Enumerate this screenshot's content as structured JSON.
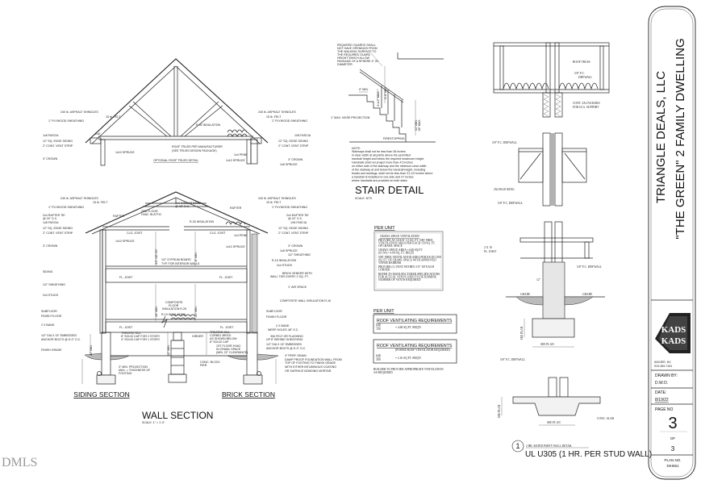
{
  "title_block": {
    "company": "TRIANGLE DEALS, LLC",
    "project": "\"THE GREEN\" 2 FAMILY DWELLING",
    "logo_text": "KADS",
    "location": "ANGIER, NC",
    "phone": "919-369-7181",
    "drawn_by_label": "DRAWN BY:",
    "drawn_by": "D.W.O.",
    "date_label": "DATE:",
    "date": "8/19/22",
    "page_no_label": "PAGE NO",
    "page_no": "3",
    "of_label": "OF",
    "page_total": "3",
    "plan_no_label": "PLAN NO.",
    "plan_no": "DKI561"
  },
  "truss": {
    "caption": "OPTIONAL ROOF TRUSS DETAIL",
    "labels": [
      "240 lb. ASPHALT SHINGLES",
      "15 lb. FELT",
      "1\" PLYWOOD SHEATHING",
      "1x8 FASCIA",
      "12\" SQ. EDGE SIDING",
      "2\" CONT. VENT STRIP",
      "3\" CROWN",
      "2x8",
      "1x10 SPRUCE",
      "R-30 INSULATION",
      "ROOF TRUSS PER MANUFACTURER",
      "(SEE TRUSS DESIGN PACKAGE)",
      "240 lb. ASPHALT SHINGLES",
      "15 lb. FELT",
      "1\" PLYWOOD SHEATHING",
      "1X8 FASCIA",
      "12\" SQ. EDGE SIDING",
      "2\" CONT. VENT STRIP",
      "1x4 PENE",
      "1x10 SPRUCE",
      "3\" CROWN",
      "1x6 SPRUCE"
    ]
  },
  "wall_section": {
    "title": "WALL SECTION",
    "scale": "SCALE: 1\" = 1'-0\"",
    "siding_title": "SIDING SECTION",
    "brick_title": "BRICK SECTION",
    "labels": [
      "240 lb. ASPHALT SHINGLES",
      "15 lb. FELT",
      "1\" PLYWOOD SHEATHING",
      "2x4 RAFTER TIE",
      "@ 24\" O.C.",
      "1x8 FASCIA",
      "12\" SQ. EDGE SIDING",
      "2\" CONT. VENT STRIP",
      "3\" CROWN",
      "RAFTER",
      "2ND FLOOR",
      "HVAC IN ATTIC",
      "2x4 COLLAR BEAM",
      "@ 48\" O.C.",
      "CLG. JOIST",
      "CLG. JOIST",
      "1x10 SPRUCE",
      "R-30 INSULATION",
      "RAFTER",
      "240 lb. ASPHALT SHINGLES",
      "15 lb. FELT",
      "1\" PLYWOOD SHEATHING",
      "2x4 RAFTER TIE",
      "@ 24\" O.C.",
      "1X8 FASCIA",
      "12\" SQ. EDGE SIDING",
      "2\" CONT. VENT STRIP",
      "1x4 PENE",
      "1x10 SPRUCE",
      "3\" CROWN",
      "1x6 SPRUCE",
      "1/2\" SHEATHING",
      "R-15 INSULATION",
      "2x4 STUDS",
      "BRICK VENEER WITH",
      "WALL TIES EVERY 2 SQ. FT.",
      "1\" AIR SPACE",
      "COMPOSITE WALL INSULATION R-16",
      "SIDING",
      "1/2\" SHEATHING",
      "2x4 STUDS",
      "1/2\" GYPSUM BOARD",
      "TYP. FOR INTERIOR WALLS",
      "FL. JOIST",
      "FL. JOIST",
      "COMPOSITE",
      "FLOOR",
      "INSULATION R-25",
      "SUBFLOOR",
      "FINISH FLOOR",
      "2 X   BAND",
      "1/2\" DIA X 15\" EMBEDDED",
      "ANCHOR BOLTS @ 6'-0\" O.C.",
      "FINISH GRADE",
      "R-19 INSULATION",
      "FL. JOIST",
      "FL. JOIST",
      "TREATED SILL",
      "8\" SOLID CAP FOR 2 STORY",
      "4\" SOLID CAP FOR 1 STORY",
      "GIRDER",
      "TREATED SILL",
      "CORBEL BRICK",
      "AS SHOWN BELOW",
      "8\" SOLID CAP",
      "1ST FLOOR HVAC",
      "IN CRAWL SPACE",
      "(MIN. 22\" CLEARANCE)",
      "CONC. BLOCK",
      "PIER",
      "3\" MIN. PROJECTION",
      "MAX. = THICKNESS OF",
      "FOOTING",
      "SUBFLOOR",
      "FINISH FLOOR",
      "2 X   BAND",
      "WEEP HOLES 48\" O.C.",
      "30# FELT OR FLASHING",
      "UP 8\" BEHIND SHEATHING",
      "1/2\" DIA X 15\" EMBEDDED",
      "ANCHOR BOLTS @ 6'-0\" O.C.",
      "4\" PERF. DRAIN",
      "DAMP PROOF FOUNDATION WALL FROM",
      "TOP OF FOOTING TO FINISH GRADE",
      "WITH EITHER BITUMINOUS COATING",
      "OR SURFACE BONDING MORTAR.",
      "9'0\"",
      "9'0\"",
      "8'0\" OR 9'0\"",
      "8'0\" OR 9'0\"",
      "8\" MIN.",
      "18\" MIN.",
      "24\" MIN.",
      "12\" MIN.",
      "12\" MIN."
    ]
  },
  "stair": {
    "title": "STAIR DETAIL",
    "scale": "SCALE:  NTS",
    "guard_note": [
      "REQUIRED GUARDS SHALL",
      "NOT HAVE OPENINGS FROM",
      "THE WALKING SURFACE TO",
      "THE REQUIRED GUARD",
      "HEIGHT WHICH ALLOW",
      "PASSAGE OF A SPHERE 4\" IN",
      "DIAMETER."
    ],
    "labels": [
      "1\" MAX. NOSE PROJECTION",
      "FIRESTOPPING",
      "6'-8\" MIN.",
      "9\" MIN.",
      "8-1/4\" MAX.",
      "34\" MIN.",
      "38\" MAX."
    ],
    "note_heading": "NOTE:",
    "note_lines": [
      "Stairways shall not be less than 36 inches",
      "in clear width at all points above the permitted",
      "handrail height and below the required headroom height.",
      "Handrails shall not project more than 4.5 inches",
      "on either side of the stairway and the minimum clear width",
      "of the stairway at and below the handrail height, including",
      "treads and landings, shall not be less than 31-1/2 inches where",
      "a handrail is installed on one side and 27 inches",
      "where handrails are provided on both sides"
    ]
  },
  "ventilation": {
    "crawl_heading": "PER UNIT",
    "crawl_title": "CRAWL SPACE VENTILATION",
    "crawl_lines": [
      "PROVIDE AT LEAST 1.0 SQ. FT. NET FREE",
      "VENTILATION AREA PER EACH 150 SQ. FT.",
      "OF CRAWL SPACE",
      "CRAWL SPACE AREA = 648 SQ.FT.",
      "(6/150) = 4.68 SQ. FT. REQ'D",
      "NET FREE VENTILATION AREA PER EACH 1500",
      "SQ. FT. OF CRAWL SPACE WITH APPROVED",
      "VAPOR BARRIER",
      "PROVIDE (1) VENT WITHIN 3'-0\" OF EACH",
      "CORNER",
      "REFER TO MANUFACTURER SPECIFICATIONS",
      "FOR ACTUAL VENTS USED TO DETERMINE",
      "NUMBER OF VENTS REQUIRED"
    ],
    "roof_heading": "PER UNIT",
    "roof1_title": "ROOF VENTILATING REQUIREMENTS",
    "roof1_num": "648",
    "roof1_den": "150",
    "roof1_result": "= 4.68 SQ FT. REQ'D",
    "roof2_title": "ROOF VENTILATING REQUIREMENTS",
    "roof2_sub": "(POWER ROOF VENTILATOR REQUIRED)",
    "roof2_num": "648",
    "roof2_den": "300",
    "roof2_result": "= 2.16  SQ FT. REQ'D",
    "builder_note": [
      "BUILDER TO PROVIDE APPROPRIATE VENTILATION",
      "AS REQUIRED"
    ]
  },
  "party_wall": {
    "labels": [
      "ROOF TRUSS",
      "5/8\" F.C.",
      "DRYWALL",
      "CONT. 2X2 NAILERS",
      "FOR CLG. SUPPORT",
      "5/8\" F.C. DRYWALL",
      "2X4 BLOCKING",
      "5/8\" F.C. DRYWALL",
      "2 X 10",
      "FL. JOIST",
      "5/8\" F.C. DRYWALL",
      "12\"",
      "GRADE",
      "GRADE",
      "SEE PLAN",
      "SEE PLAN",
      "5/8\" F.C. DRYWALL",
      "SEE PLAN",
      "SEE PLAN",
      "CONC. SLAB"
    ],
    "detail_number": "1",
    "detail_title": "2 HR. RATED PARTY WALL DETAIL",
    "detail_subtitle": "UL U305 (1 HR. PER STUD WALL)"
  },
  "watermark": "DMLS"
}
